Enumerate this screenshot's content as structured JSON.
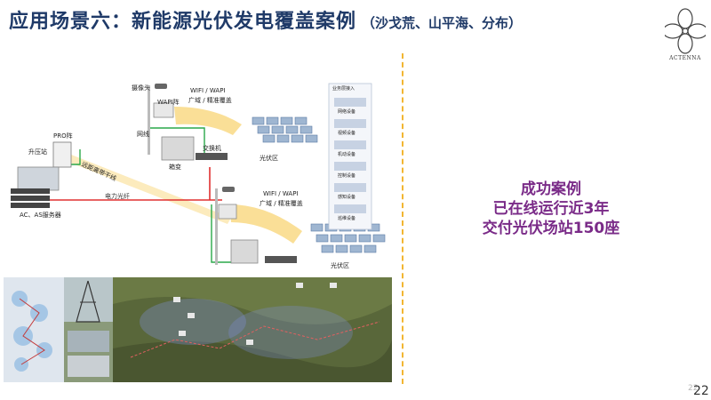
{
  "slide": {
    "title_main": "应用场景六：新能源光伏发电覆盖案例",
    "title_sub": "（沙戈荒、山平海、分布）",
    "logo_text": "ACTENNA",
    "page_number": "22",
    "page_number_ghost": "22"
  },
  "diagram": {
    "labels": {
      "camera": "摄像头",
      "wapi_array_top": "WAPI阵",
      "wifi_top": "WIFI / WAPI",
      "coverage_top": "广域 / 精准覆盖",
      "pv_zone_top": "光伏区",
      "switch": "交换机",
      "box": "箱变",
      "network_cable": "网线",
      "pro_array": "PRO阵",
      "booster_station": "升压站",
      "long_distance": "远距离带干线",
      "fiber": "电力光纤",
      "servers": "AC、AS服务器",
      "wifi_bottom": "WIFI / WAPI",
      "coverage_bottom": "广域 / 精准覆盖",
      "pv_zone_bottom": "光伏区"
    },
    "devices_panel": {
      "header": "业务层接入",
      "items": [
        "网络设备",
        "视频设备",
        "机动设备",
        "控制设备",
        "感知设备",
        "巡维设备"
      ]
    }
  },
  "case_box": {
    "line1": "成功案例",
    "line2": "已在线运行近3年",
    "line3": "交付光伏场站150座"
  },
  "colors": {
    "title": "#1f3a68",
    "case_text": "#7a2b88",
    "divider": "#f2b632",
    "fiber_red": "#e03030",
    "cable_green": "#2aa84a",
    "beam_yellow": "#f5c542"
  }
}
